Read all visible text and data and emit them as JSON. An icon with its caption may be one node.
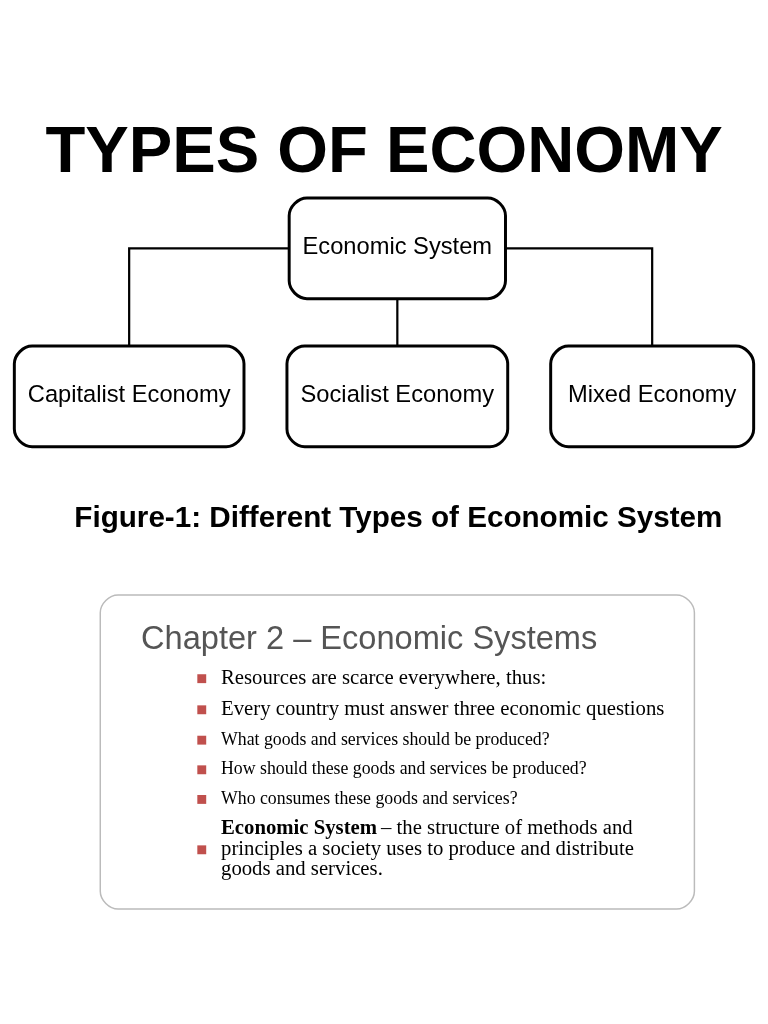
{
  "diagram": {
    "title": "TYPES OF ECONOMY",
    "caption": "Figure-1: Different Types of Economic System",
    "nodes": [
      {
        "text": [
          "Economic System"
        ]
      },
      {
        "text": [
          "Capitalist Economy"
        ]
      },
      {
        "text": [
          "Socialist Economy"
        ]
      },
      {
        "text": [
          "Mixed Economy"
        ]
      },
      {
        "text": [
          "Chapter 2 – Economic Systems",
          "Resources are scarce everywhere, thus:",
          "Every country must answer three economic questions",
          "What goods and services should be produced?",
          "How should these goods and services be produced?",
          "Who consumes these goods and services?",
          "**Economic System** – the structure of methods and principles a society uses to produce and distribute goods and services."
        ]
      }
    ],
    "edges": [
      {
        "from": 0,
        "to": 1,
        "arrow": "none"
      },
      {
        "from": 0,
        "to": 2,
        "arrow": "none"
      },
      {
        "from": 0,
        "to": 3,
        "arrow": "none"
      }
    ]
  }
}
